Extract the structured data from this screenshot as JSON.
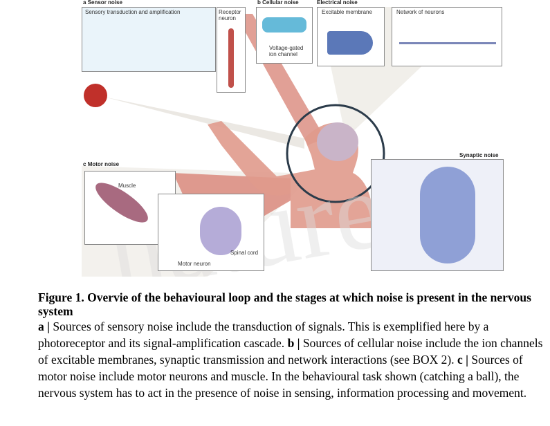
{
  "figure": {
    "panel_a": {
      "letter": "a",
      "title": "Sensor noise",
      "box1": "Sensory transduction and amplification",
      "box2": "Receptor neuron"
    },
    "panel_b": {
      "letter": "b",
      "title": "Cellular noise",
      "sub_title": "Electrical noise",
      "box1": "Voltage-gated ion channel",
      "box2": "Excitable membrane",
      "box3": "Network of neurons",
      "box4": "Synaptic noise"
    },
    "panel_c": {
      "letter": "c",
      "title": "Motor noise",
      "muscle": "Muscle",
      "spinal_cord": "Spinal cord",
      "motor_neuron": "Motor neuron"
    },
    "watermark": "nature NEWS"
  },
  "caption": {
    "title": "Figure 1. Overvie of the behavioural loop and the stages at which noise is present in the nervous system",
    "a_label": "a |",
    "a_text": " Sources of sensory noise include the transduction of signals. This is exemplified here by a photoreceptor and its signal-amplification cascade. ",
    "b_label": "b |",
    "b_text": " Sources of cellular noise include the ion channels of excitable membranes, synaptic transmission and network interactions (see BOX 2). ",
    "c_label": "c |",
    "c_text": " Sources of motor noise include motor neurons and muscle. In the behavioural task shown (catching a ball), the nervous system has to act in the presence of noise in sensing, information processing and movement."
  }
}
